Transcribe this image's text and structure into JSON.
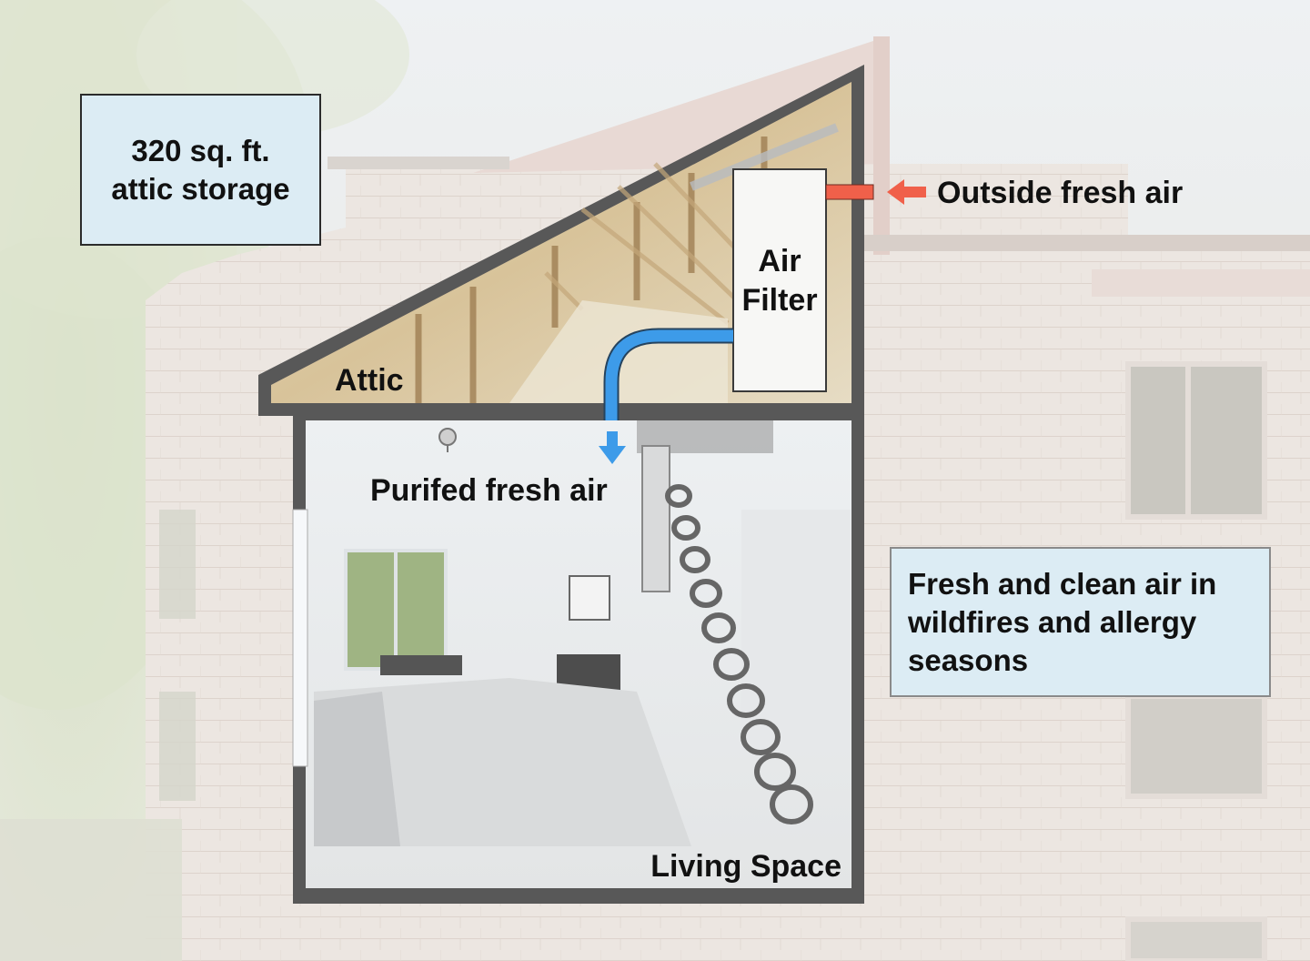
{
  "storage_callout": {
    "lines": [
      "320 sq. ft.",
      "attic storage"
    ]
  },
  "benefit_callout": {
    "lines": [
      "Fresh and clean air in",
      "wildfires and allergy",
      "seasons"
    ]
  },
  "labels": {
    "outside_air": "Outside fresh air",
    "air_filter": [
      "Air",
      "Filter"
    ],
    "attic": "Attic",
    "purified_air": "Purifed fresh air",
    "living_space": "Living Space"
  },
  "colors": {
    "intake_arrow": "#f0604a",
    "purified_duct": "#3d9be9",
    "wall": "#555555",
    "callout_fill": "#dcecf4"
  }
}
